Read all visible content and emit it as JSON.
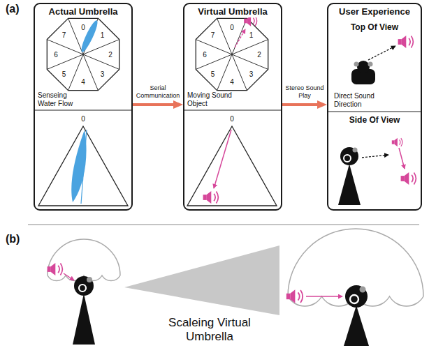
{
  "diagram": {
    "nodes": [
      {
        "text": [
          "Actual Umbrella",
          "Senseing Water Flow"
        ]
      },
      {
        "text": [
          "Virtual Umbrella",
          "Moving Sound Object"
        ]
      },
      {
        "text": [
          "User Experience"
        ]
      },
      {
        "text": [
          "Top Of View",
          "Direct Sound Direction"
        ],
        "in": 2
      },
      {
        "text": [
          "Side Of View"
        ],
        "in": 2
      }
    ],
    "edges": [
      {
        "from": 0,
        "to": 1,
        "arrow": "to",
        "label": "Serial Communication"
      },
      {
        "from": 1,
        "to": 2,
        "arrow": "to",
        "label": "Stereo Sound Play"
      }
    ],
    "labels": [
      "(a)",
      "0",
      "1",
      "2",
      "3",
      "4",
      "5",
      "6",
      "7",
      "0",
      "0",
      "1",
      "2",
      "3",
      "4",
      "5",
      "6",
      "7",
      "0",
      "(b)",
      "Scaleing Virtual Umbrella"
    ]
  }
}
